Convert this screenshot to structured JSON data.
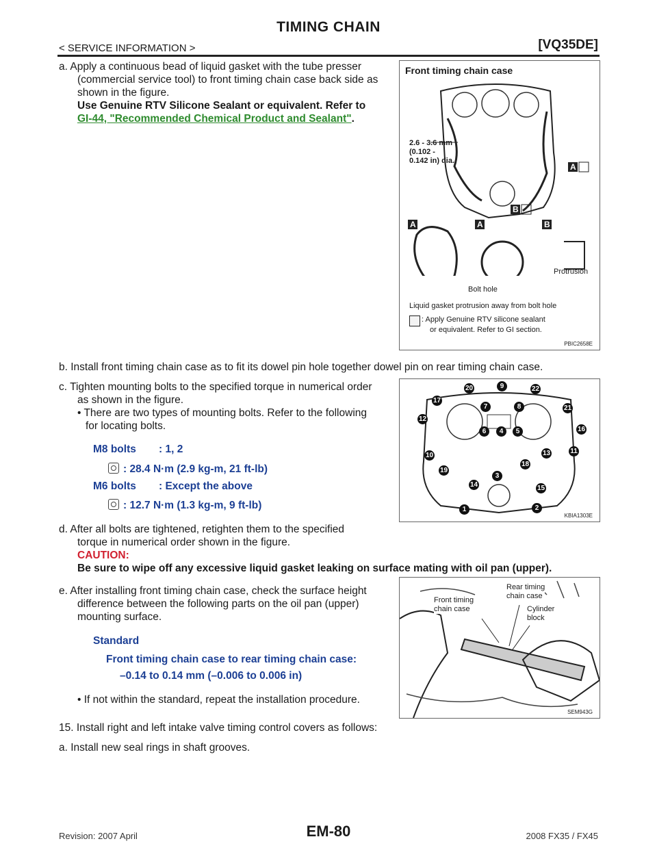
{
  "header": {
    "title": "TIMING CHAIN",
    "breadcrumb": "< SERVICE INFORMATION >",
    "engine": "[VQ35DE]"
  },
  "steps": {
    "a1_line1": "a.  Apply a continuous bead of liquid gasket with the tube presser",
    "a1_line2": "(commercial service tool) to front timing chain case back side as",
    "a1_line3": "shown in the figure.",
    "a1_bold1": "Use Genuine RTV Silicone Sealant or equivalent. Refer to",
    "a1_link": "GI-44, \"Recommended Chemical Product and Sealant\"",
    "a1_link_end": ".",
    "b": "b.  Install front timing chain case as to fit its dowel pin hole together dowel pin on rear timing chain case.",
    "c_line1": "c.  Tighten mounting bolts to the specified torque in numerical order",
    "c_line2": "as shown in the figure.",
    "c_bullet1": "• There are two types of mounting bolts. Refer to the following",
    "c_bullet2": "for locating bolts.",
    "m8_label": "M8 bolts",
    "m8_value": ": 1, 2",
    "m8_torque": ": 28.4 N·m (2.9 kg-m, 21 ft-lb)",
    "m6_label": "M6 bolts",
    "m6_value": ": Except the above",
    "m6_torque": ": 12.7 N·m (1.3 kg-m, 9 ft-lb)",
    "d_line1": "d.  After all bolts are tightened, retighten them to the specified",
    "d_line2": "torque in numerical order shown in the figure.",
    "caution_label": "CAUTION:",
    "caution_text": "Be sure to wipe off any excessive liquid gasket leaking on surface mating with oil pan (upper).",
    "e_line1": "e.  After installing front timing chain case, check the surface height",
    "e_line2": "difference between the following parts on the oil pan (upper)",
    "e_line3": "mounting surface.",
    "standard_label": "Standard",
    "standard_desc": "Front timing chain case to rear timing chain case:",
    "standard_value": "–0.14 to 0.14 mm (–0.006 to 0.006 in)",
    "e_bullet": "• If not within the standard, repeat the installation procedure.",
    "step15": "15.  Install right and left intake valve timing control covers as follows:",
    "a2": "a.  Install new seal rings in shaft grooves."
  },
  "figure1": {
    "title": "Front  timing chain case",
    "dim1": "2.6 - 3.6 mm",
    "dim2": "(0.102 -",
    "dim3": "0.142 in) dia.",
    "label_a": "A",
    "label_b": "B",
    "protrusion": "Protrusion",
    "bolt_hole": "Bolt hole",
    "caption": "Liquid gasket protrusion away from bolt hole",
    "note1": ": Apply Genuine RTV silicone sealant",
    "note2": "or equivalent. Refer to GI section.",
    "code": "PBIC2658E"
  },
  "figure2": {
    "code": "KBIA1303E",
    "callouts": [
      "20",
      "9",
      "22",
      "17",
      "7",
      "8",
      "21",
      "12",
      "6",
      "4",
      "5",
      "16",
      "10",
      "13",
      "11",
      "19",
      "18",
      "14",
      "3",
      "15",
      "1",
      "2"
    ]
  },
  "figure3": {
    "front_label1": "Front timing",
    "front_label2": "chain case",
    "rear_label1": "Rear timing",
    "rear_label2": "chain case",
    "cyl_label1": "Cylinder",
    "cyl_label2": "block",
    "code": "SEM943G"
  },
  "footer": {
    "page": "EM-80",
    "revision": "Revision: 2007 April",
    "model": "2008 FX35 / FX45"
  }
}
